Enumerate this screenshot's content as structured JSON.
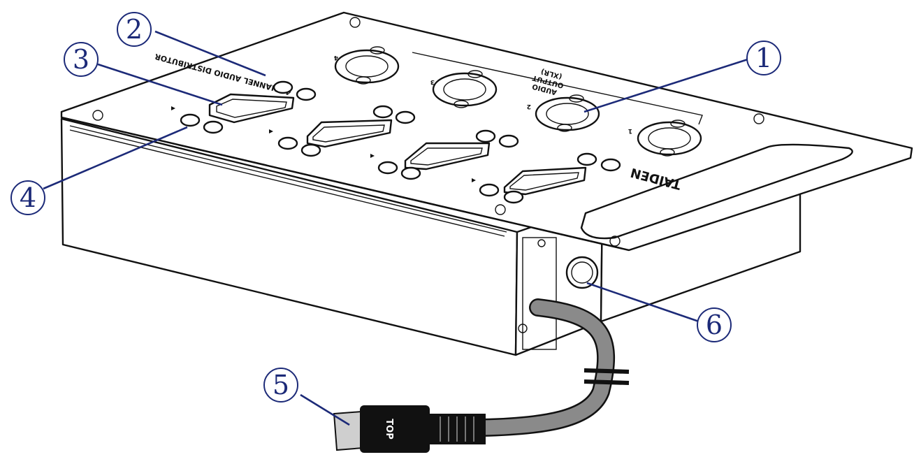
{
  "panel_text": {
    "product_title": "4 CHANNEL AUDIO DISTRIBUTOR",
    "output_label_line1": "AUDIO",
    "output_label_line2": "OUTPUT",
    "output_label_line3": "(XLR)",
    "brand": "TAIDEN",
    "plug_label": "TOP"
  },
  "port_numbers": [
    "1",
    "2",
    "3",
    "4"
  ],
  "callouts": [
    {
      "id": "1",
      "label": "1"
    },
    {
      "id": "2",
      "label": "2"
    },
    {
      "id": "3",
      "label": "3"
    },
    {
      "id": "4",
      "label": "4"
    },
    {
      "id": "5",
      "label": "5"
    },
    {
      "id": "6",
      "label": "6"
    }
  ],
  "colors": {
    "callout": "#1c2a78",
    "outline": "#111111",
    "cable": "#8a8a8a"
  }
}
